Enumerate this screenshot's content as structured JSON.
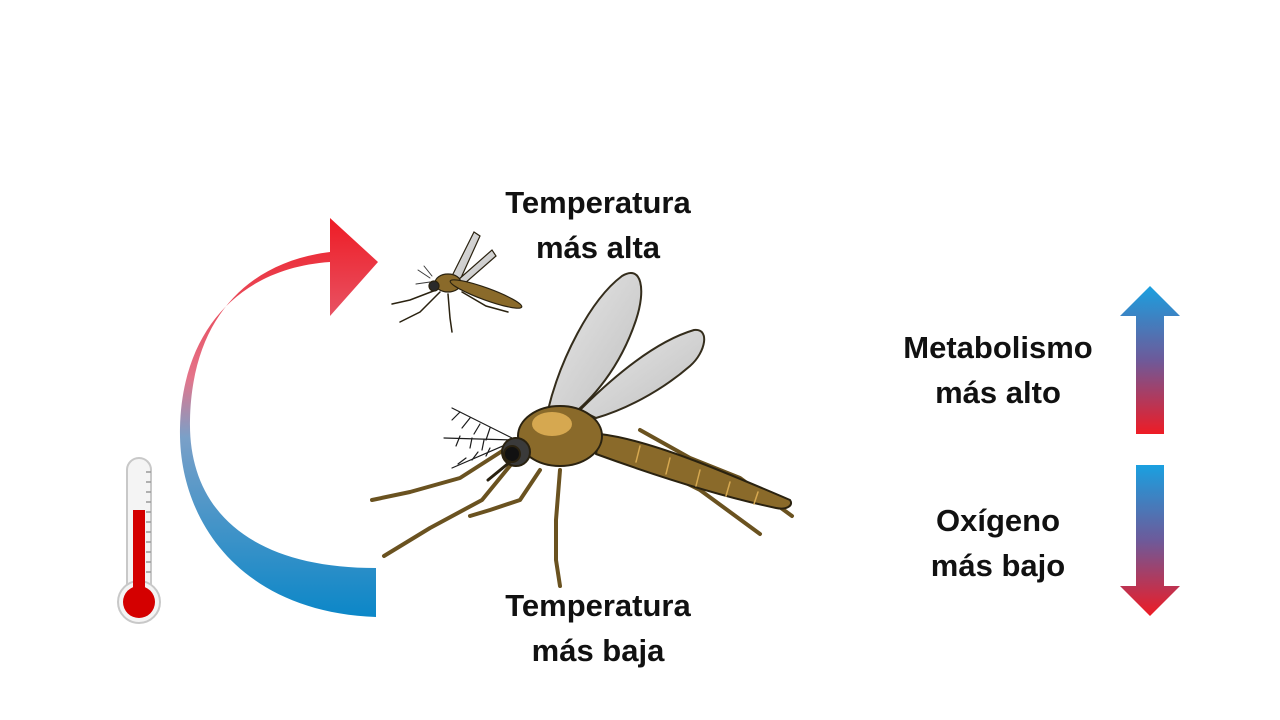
{
  "labels": {
    "high_temp": [
      "Temperatura",
      "más alta"
    ],
    "low_temp": [
      "Temperatura",
      "más baja"
    ],
    "metabolism": [
      "Metabolismo",
      "más alto"
    ],
    "oxygen": [
      "Oxígeno",
      "más bajo"
    ]
  },
  "colors": {
    "warm": "#ee1c25",
    "cool": "#0b87c8",
    "mosquito_body": "#8a6a2a",
    "mosquito_outline": "#2a2210",
    "wing": "#d8d8d8",
    "thermometer_fill": "#d40000"
  },
  "icons": {
    "curved_arrow": "curved-arrow-icon",
    "thermometer": "thermometer-icon",
    "mosquito_small": "mosquito-icon",
    "mosquito_large": "mosquito-icon",
    "up_arrow": "up-arrow-icon",
    "down_arrow": "down-arrow-icon"
  }
}
